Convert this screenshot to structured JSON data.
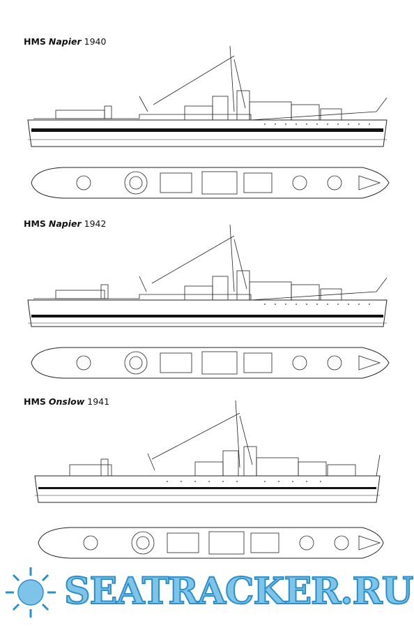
{
  "sections": [
    {
      "prefix": "HMS",
      "name": "Napier",
      "year": "1940"
    },
    {
      "prefix": "HMS",
      "name": "Napier",
      "year": "1942"
    },
    {
      "prefix": "HMS",
      "name": "Onslow",
      "year": "1941"
    }
  ],
  "watermark": {
    "text": "SEATRACKER.RU",
    "fill": "#7ec3e8",
    "stroke": "#2a8fcb",
    "icon": "sun-burst-icon"
  }
}
